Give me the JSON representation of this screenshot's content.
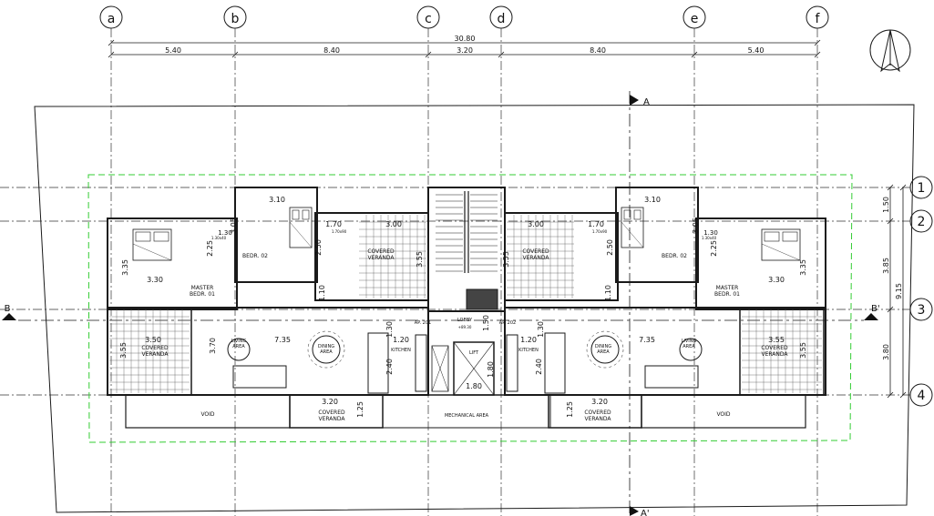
{
  "grid": {
    "columns": [
      {
        "label": "a"
      },
      {
        "label": "b"
      },
      {
        "label": "c"
      },
      {
        "label": "d"
      },
      {
        "label": "e"
      },
      {
        "label": "f"
      }
    ],
    "rows": [
      {
        "label": "1"
      },
      {
        "label": "2"
      },
      {
        "label": "3"
      },
      {
        "label": "4"
      }
    ]
  },
  "dimensions": {
    "overall": "30.80",
    "spans": [
      "5.40",
      "8.40",
      "3.20",
      "8.40",
      "5.40"
    ],
    "right_spans": [
      "1.50",
      "3.85",
      "3.80"
    ],
    "right_overall": "9.15"
  },
  "sections": {
    "a": "A",
    "a_prime": "A'",
    "b": "B",
    "b_prime": "B'"
  },
  "rooms": [
    {
      "name": "MASTER\nBEDR. 01",
      "dims": [
        "3.30",
        "3.35"
      ]
    },
    {
      "name": "BEDR. 02",
      "dims": [
        "3.10",
        "3.05"
      ]
    },
    {
      "name": "COVERED\nVERANDA",
      "dims": [
        "3.00",
        "3.55"
      ]
    },
    {
      "name": "COVERED\nVERANDA",
      "dims": [
        "3.50",
        "3.55"
      ]
    },
    {
      "name": "DINING\nAREA",
      "dims": [
        "7.35"
      ]
    },
    {
      "name": "KITCHEN",
      "dims": [
        "1.20",
        "2.40"
      ]
    },
    {
      "name": "COVERED\nVERANDA",
      "dims": [
        "3.20",
        "1.25"
      ]
    },
    {
      "name": "VOID"
    },
    {
      "name": "LOBBY",
      "sub": "+89.30"
    },
    {
      "name": "LIFT",
      "dims": [
        "1.80",
        "1.80"
      ]
    },
    {
      "name": "MECHANICAL AREA"
    }
  ],
  "labels": {
    "ap_left": "AP. 201",
    "ap_right": "AP. 202",
    "lobby": "LOBBY",
    "lobby_level": "+89.30",
    "lift": "LIFT",
    "mechanical": "MECHANICAL AREA",
    "void": "VOID",
    "kitchen": "KITCHEN",
    "dining": "DINING\nAREA",
    "living": "LIVING\nAREA",
    "master": "MASTER\nBEDR. 01",
    "bedr02": "BEDR. 02",
    "covered_veranda": "COVERED\nVERANDA",
    "d_310": "3.10",
    "d_305": "3.05",
    "d_170": "1.70",
    "d_170x90": "1.70x90",
    "d_250": "2.50",
    "d_300": "3.00",
    "d_355": "3.55",
    "d_335": "3.35",
    "d_330": "3.30",
    "d_225": "2.25",
    "d_130": "1.30",
    "d_110": "1.10",
    "d_350": "3.50",
    "d_370": "3.70",
    "d_735": "7.35",
    "d_120": "1.20",
    "d_240": "2.40",
    "d_150": "1.50",
    "d_180": "1.80",
    "d_320": "3.20",
    "d_125": "1.25",
    "d_1_30": "1.30",
    "d_130x40": "1.30x40"
  },
  "colors": {
    "line": "#1a1a1a",
    "green": "#33cc33",
    "hatch": "#555555",
    "dash": "#333333"
  }
}
